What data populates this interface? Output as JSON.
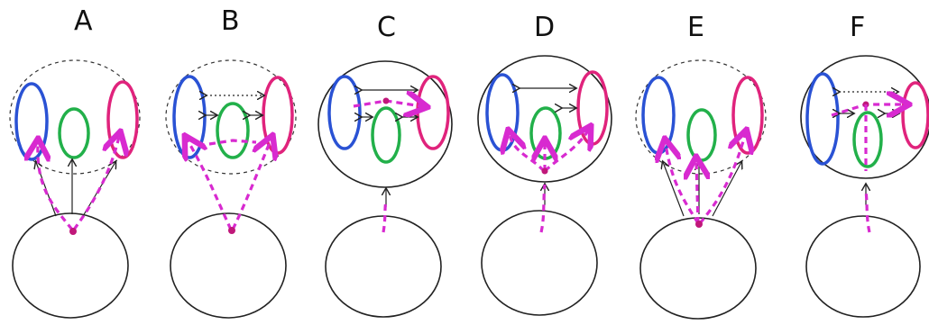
{
  "panels": [
    {
      "label": "A"
    },
    {
      "label": "B"
    },
    {
      "label": "C"
    },
    {
      "label": "D"
    },
    {
      "label": "E"
    },
    {
      "label": "F"
    }
  ],
  "colors": {
    "blue_oval": "#2a52d4",
    "green_oval": "#22b04a",
    "pink_oval": "#e0237c",
    "magenta_path": "#d82ad0",
    "outline": "#222222"
  }
}
